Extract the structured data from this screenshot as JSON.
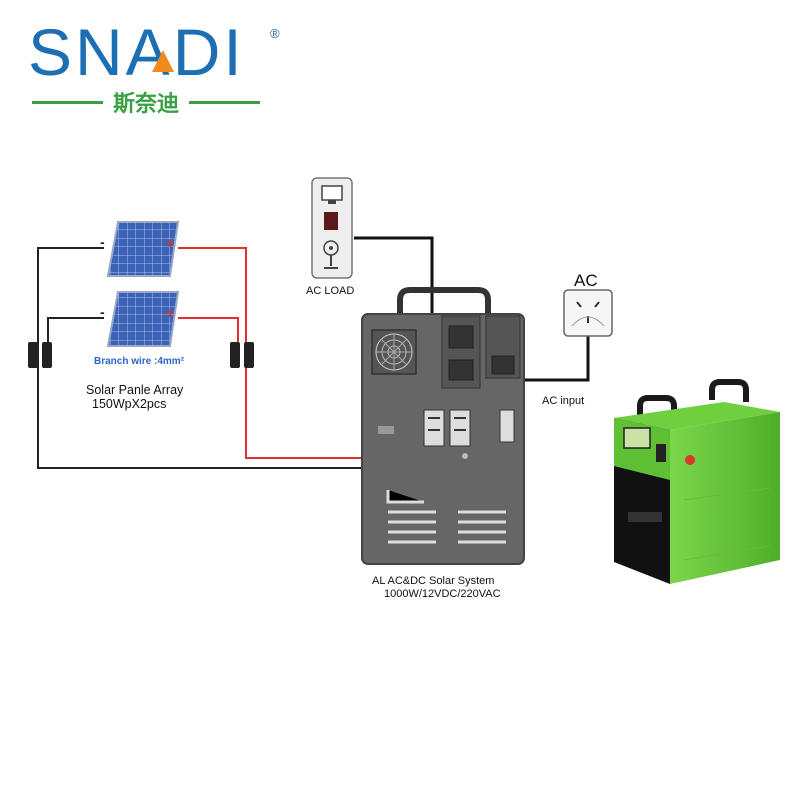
{
  "logo": {
    "wordmark": "SNADI",
    "registered": "®",
    "chinese": "斯奈迪",
    "colors": {
      "blue": "#1d6fb4",
      "orange": "#f08a1c",
      "green": "#3aa043"
    }
  },
  "labels": {
    "ac_load": "AC LOAD",
    "ac": "AC",
    "ac_input": "AC input",
    "branch_wire": "Branch wire :4mm²",
    "array_title": "Solar Panle Array",
    "array_spec": "150WpX2pcs",
    "panel_minus": "-",
    "panel_plus": "+",
    "system_name": "AL  AC&DC Solar System",
    "system_spec": "1000W/12VDC/220VAC"
  },
  "wire_colors": {
    "positive": "#e0302c",
    "negative": "#222222",
    "ac": "#111111"
  }
}
